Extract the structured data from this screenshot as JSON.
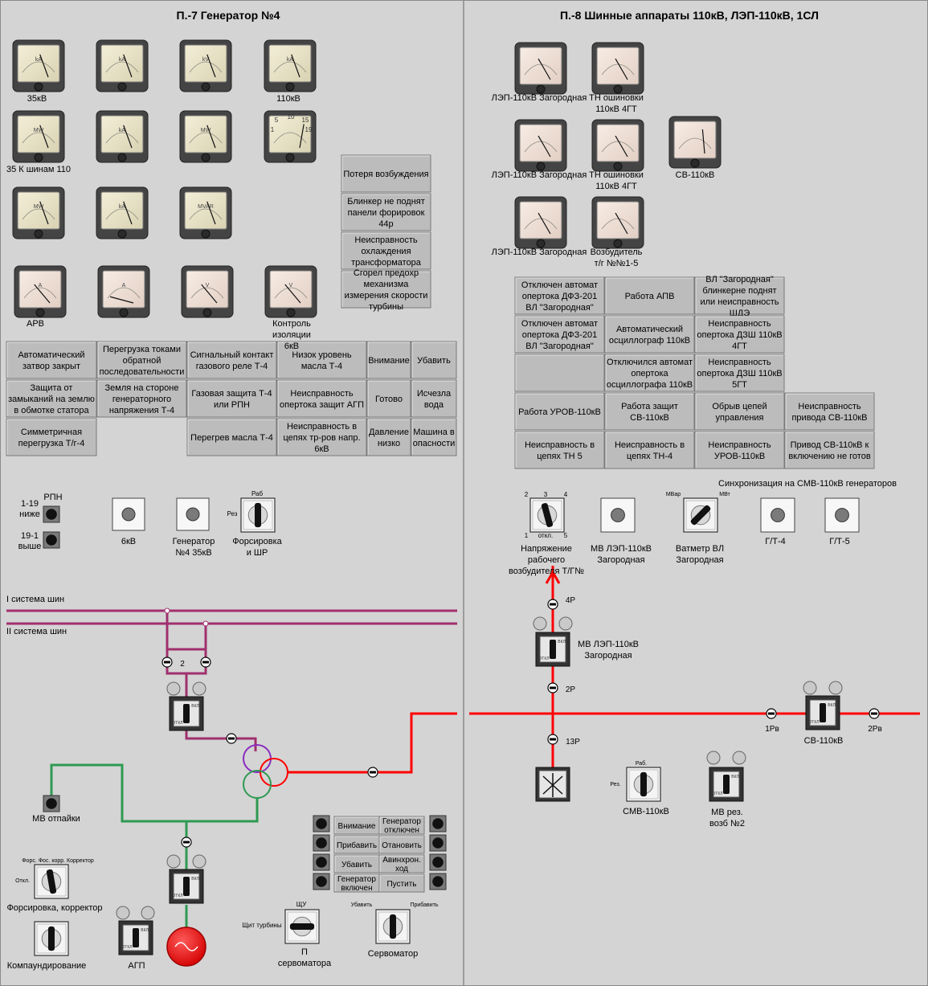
{
  "left": {
    "title": "П.-7 Генератор №4",
    "meters_row1": [
      {
        "unit": "kA",
        "label": "35кВ"
      },
      {
        "unit": "kA",
        "label": ""
      },
      {
        "unit": "kV",
        "label": ""
      },
      {
        "unit": "kA",
        "label": "110кВ"
      }
    ],
    "meters_row2": [
      {
        "unit": "MW",
        "label": "35 К шинам 110"
      },
      {
        "unit": "kA",
        "label": ""
      },
      {
        "unit": "MW",
        "label": ""
      },
      {
        "unit": "",
        "label": "",
        "scale": [
          "10",
          "5",
          "15",
          "1",
          "19"
        ]
      }
    ],
    "meters_row3": [
      {
        "unit": "MW",
        "label": ""
      },
      {
        "unit": "kA",
        "label": ""
      },
      {
        "unit": "MVAR",
        "label": ""
      }
    ],
    "meters_row4": [
      {
        "unit": "A",
        "label": "АРВ"
      },
      {
        "unit": "A",
        "label": ""
      },
      {
        "unit": "V",
        "label": ""
      },
      {
        "unit": "V",
        "label": "Контроль изоляции 6кВ"
      }
    ],
    "alarms_side": [
      "Потеря возбуждения",
      "Блинкер не поднят панели форировок 44р",
      "Неисправность охлаждения трансформатора",
      "Сгорел предохр механизма измерения скорости турбины"
    ],
    "annunciators": [
      [
        "Автоматический затвор закрыт",
        "Перегрузка токами обратной последовательности",
        "Сигнальный контакт газового реле Т-4",
        "Низок уровень масла Т-4",
        "Внимание",
        "Убавить"
      ],
      [
        "Защита от замыканий на землю в обмотке статора",
        "Земля на стороне генераторного напряжения Т-4",
        "Газовая защита Т-4 или РПН",
        "Неисправность опертока защит АГП",
        "Готово",
        "Исчезла вода"
      ],
      [
        "Симметричная перегрузка Т/г-4",
        "",
        "Перегрев масла Т-4",
        "Неисправность в цепях тр-ров напр. 6кВ",
        "Давление низко",
        "Машина в опасности"
      ]
    ],
    "rpn_label": "РПН",
    "rpn_down": "1-19 ниже",
    "rpn_up": "19-1 выше",
    "btn_6kv": "6кВ",
    "btn_gen": "Генератор №4 35кВ",
    "sw_forc_label": "Форсировка и ШР",
    "sw_forc_rab": "Раб",
    "sw_forc_rez": "Рез",
    "bus1": "I система шин",
    "bus2": "II система шин",
    "mark_2": "2",
    "mv_otpaiki": "МВ отпайки",
    "forc_corr_top": "Форс. Фос. корр. Корректор",
    "forc_corr_off": "Откл.",
    "forc_corr_label": "Форсировка, корректор",
    "compound": "Компаундирование",
    "agp": "АГП",
    "turb_buttons": [
      "Внимание",
      "Генератор отключен",
      "Прибавить",
      "Отановить",
      "Убавить",
      "Авинхрон. ход",
      "Генератор включен",
      "Пустить"
    ],
    "servo_shu": "ЩУ",
    "servo_turb": "Щит турбины",
    "servo_p": "П сервоматора",
    "servo_ub": "Убавить",
    "servo_prib": "Прибавить",
    "servo_label": "Сервоматор"
  },
  "right": {
    "title": "П.-8 Шинные аппараты 110кВ, ЛЭП-110кВ, 1СЛ",
    "meters": [
      {
        "label": "ЛЭП-110кВ Загородная"
      },
      {
        "label": "ТН ошиновки 110кВ 4ГТ"
      },
      {
        "label": "ЛЭП-110кВ Загородная"
      },
      {
        "label": "ТН ошиновки 110кВ 4ГТ"
      },
      {
        "label": "СВ-110кВ"
      },
      {
        "label": "ЛЭП-110кВ Загородная"
      },
      {
        "label": "Возбудитель т/г №№1-5"
      }
    ],
    "annunciators": [
      [
        "Отключен автомат опертока ДФЗ-201 ВЛ \"Загородная\"",
        "Работа АПВ",
        "ВЛ \"Загородная\" блинкерне поднят или неисправность ШДЭ"
      ],
      [
        "Отключен автомат опертока ДФЗ-201 ВЛ \"Загородная\"",
        "Автоматический осциллограф 110кВ",
        "Неисправность опертока ДЗШ 110кВ 4ГТ"
      ],
      [
        "",
        "Отключился автомат опертока осциллографа 110кВ",
        "Неисправность опертока ДЗШ 110кВ 5ГТ"
      ],
      [
        "Работа УРОВ-110кВ",
        "Работа защит СВ-110кВ",
        "Обрыв цепей управления",
        "Неисправность привода СВ-110кВ"
      ],
      [
        "Неисправность в цепях ТН 5",
        "Неисправность в цепях ТН-4",
        "Неисправность УРОВ-110кВ",
        "Привод СВ-110кВ к включению не готов"
      ]
    ],
    "sync_title": "Синхронизация на СМВ-110кВ генераторов",
    "sw_exc_marks": [
      "2",
      "3",
      "4",
      "1",
      "откл.",
      "5"
    ],
    "sw_exc_label": "Напряжение рабочего возбудителя Т/Г№",
    "btn_mv_lep": "МВ ЛЭП-110кВ Загородная",
    "wattmeter_mvar": "МВар",
    "wattmeter_mw": "МВт",
    "wattmeter_label": "Ватметр ВЛ Загородная",
    "btn_gt4": "Г/Т-4",
    "btn_gt5": "Г/Т-5",
    "mark_4p": "4Р",
    "mark_2p": "2Р",
    "mark_13p": "13Р",
    "mark_1rv": "1Рв",
    "mark_2rv": "2Рв",
    "mv_lep_label": "МВ ЛЭП-110кВ Загородная",
    "sv_label": "СВ-110кВ",
    "smv_rab": "Раб.",
    "smv_rez": "Рез.",
    "smv_label": "СМВ-110кВ",
    "mv_rez_label": "МВ рез. возб №2"
  },
  "colors": {
    "bus": "#a0306e",
    "red": "#ff0000",
    "green": "#2e9a52",
    "panel": "#d4d4d4",
    "tile": "#bdbdbd"
  }
}
